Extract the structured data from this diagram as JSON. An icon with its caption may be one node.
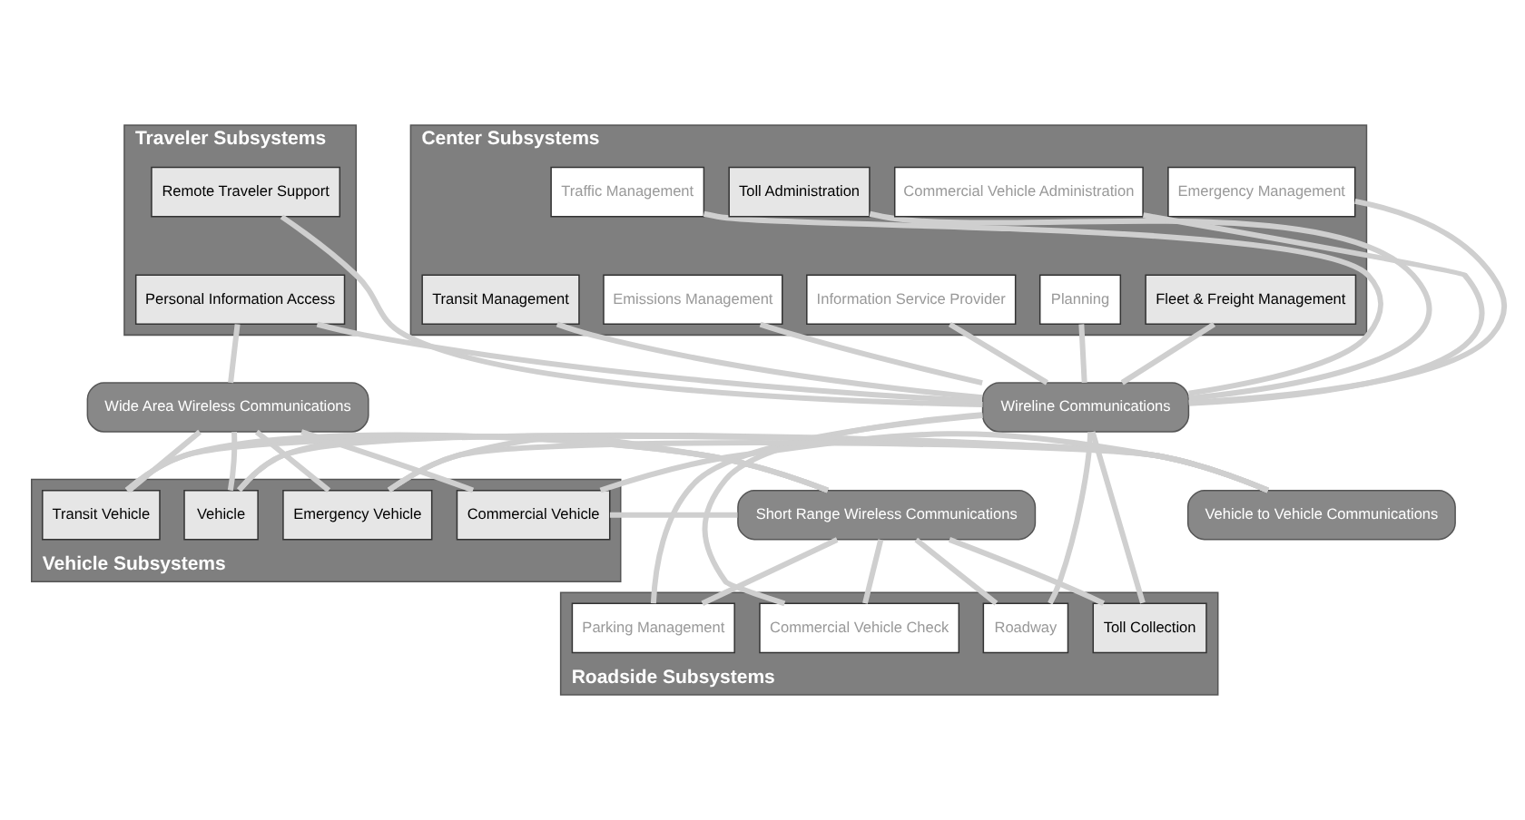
{
  "diagram": {
    "nodes": [
      {
        "text": [
          "Traveler Subsystems"
        ]
      },
      {
        "text": [
          "Remote Traveler Support"
        ],
        "in": 0
      },
      {
        "text": [
          "Personal Information Access"
        ],
        "in": 0
      },
      {
        "text": [
          "Center Subsystems"
        ]
      },
      {
        "text": [
          "Traffic Management"
        ],
        "in": 3
      },
      {
        "text": [
          "Emergency Management"
        ],
        "in": 3
      },
      {
        "text": [
          "Toll Administration"
        ],
        "in": 3
      },
      {
        "text": [
          "Commercial Vehicle Administration"
        ],
        "in": 3
      },
      {
        "text": [
          "Information Service Provider"
        ],
        "in": 3
      },
      {
        "text": [
          "Emissions Management"
        ],
        "in": 3
      },
      {
        "text": [
          "Transit Management"
        ],
        "in": 3
      },
      {
        "text": [
          "Fleet & Freight Management"
        ],
        "in": 3
      },
      {
        "text": [
          "Planning"
        ],
        "in": 3
      },
      {
        "text": [
          "Wide Area Wireless Communications"
        ]
      },
      {
        "text": [
          "Wireline Communications"
        ]
      },
      {
        "text": [
          "Vehicle to Vehicle Communications"
        ]
      },
      {
        "text": [
          "Vehicle Subsystems"
        ]
      },
      {
        "text": [
          "Vehicle"
        ],
        "in": 16
      },
      {
        "text": [
          "Transit Vehicle"
        ],
        "in": 16
      },
      {
        "text": [
          "Commercial Vehicle"
        ],
        "in": 16
      },
      {
        "text": [
          "Emergency Vehicle"
        ],
        "in": 16
      },
      {
        "text": [
          "Short Range Wireless Communications"
        ]
      },
      {
        "text": [
          "Roadside Subsystems"
        ]
      },
      {
        "text": [
          "Roadway"
        ],
        "in": 22
      },
      {
        "text": [
          "Toll Collection"
        ],
        "in": 22
      },
      {
        "text": [
          "Parking Management"
        ],
        "in": 22
      },
      {
        "text": [
          "Commercial Vehicle Check"
        ],
        "in": 22
      }
    ],
    "edges": [
      {
        "from": 1,
        "to": 14,
        "arrow": "none"
      },
      {
        "from": 2,
        "to": 14,
        "arrow": "none"
      },
      {
        "from": 2,
        "to": 13,
        "arrow": "none"
      },
      {
        "from": 4,
        "to": 14,
        "arrow": "none"
      },
      {
        "from": 5,
        "to": 14,
        "arrow": "none"
      },
      {
        "from": 6,
        "to": 14,
        "arrow": "none"
      },
      {
        "from": 7,
        "to": 14,
        "arrow": "none"
      },
      {
        "from": 8,
        "to": 14,
        "arrow": "none"
      },
      {
        "from": 9,
        "to": 14,
        "arrow": "none"
      },
      {
        "from": 10,
        "to": 14,
        "arrow": "none"
      },
      {
        "from": 11,
        "to": 14,
        "arrow": "none"
      },
      {
        "from": 12,
        "to": 14,
        "arrow": "none"
      },
      {
        "from": 13,
        "to": 17,
        "arrow": "none"
      },
      {
        "from": 13,
        "to": 18,
        "arrow": "none"
      },
      {
        "from": 13,
        "to": 19,
        "arrow": "none"
      },
      {
        "from": 13,
        "to": 20,
        "arrow": "none"
      },
      {
        "from": 15,
        "to": 17,
        "arrow": "none"
      },
      {
        "from": 15,
        "to": 18,
        "arrow": "none"
      },
      {
        "from": 15,
        "to": 19,
        "arrow": "none"
      },
      {
        "from": 15,
        "to": 20,
        "arrow": "none"
      },
      {
        "from": 17,
        "to": 21,
        "arrow": "none"
      },
      {
        "from": 18,
        "to": 21,
        "arrow": "none"
      },
      {
        "from": 19,
        "to": 21,
        "arrow": "none"
      },
      {
        "from": 20,
        "to": 21,
        "arrow": "none"
      },
      {
        "from": 21,
        "to": 23,
        "arrow": "none"
      },
      {
        "from": 21,
        "to": 24,
        "arrow": "none"
      },
      {
        "from": 21,
        "to": 25,
        "arrow": "none"
      },
      {
        "from": 21,
        "to": 26,
        "arrow": "none"
      },
      {
        "from": 14,
        "to": 23,
        "arrow": "none"
      },
      {
        "from": 14,
        "to": 24,
        "arrow": "none"
      },
      {
        "from": 14,
        "to": 25,
        "arrow": "none"
      },
      {
        "from": 14,
        "to": 26,
        "arrow": "none"
      }
    ]
  }
}
